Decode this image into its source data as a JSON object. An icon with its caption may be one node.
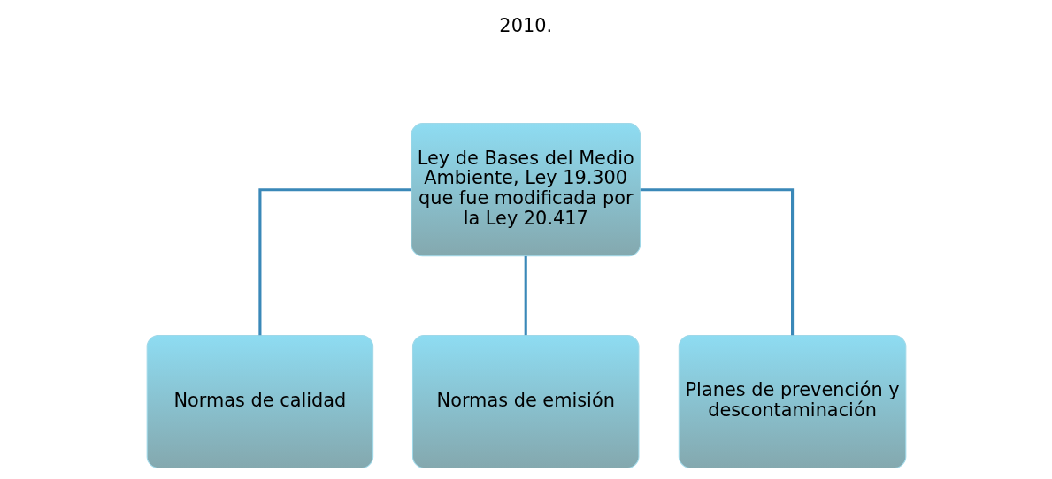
{
  "diagram": {
    "nodes": [
      {
        "text": [
          "Ley de Bases del Medio Ambiente, Ley 19.300 que fue modificada por la Ley 20.417"
        ]
      },
      {
        "text": [
          "Normas de calidad"
        ]
      },
      {
        "text": [
          "Normas de emisión"
        ]
      },
      {
        "text": [
          "Planes de prevención y descontaminación"
        ]
      }
    ],
    "edges": [
      {
        "from": 0,
        "to": 1,
        "arrow": "none"
      },
      {
        "from": 0,
        "to": 2,
        "arrow": "none"
      },
      {
        "from": 0,
        "to": 3,
        "arrow": "none"
      }
    ],
    "labels": [
      "2010."
    ]
  }
}
